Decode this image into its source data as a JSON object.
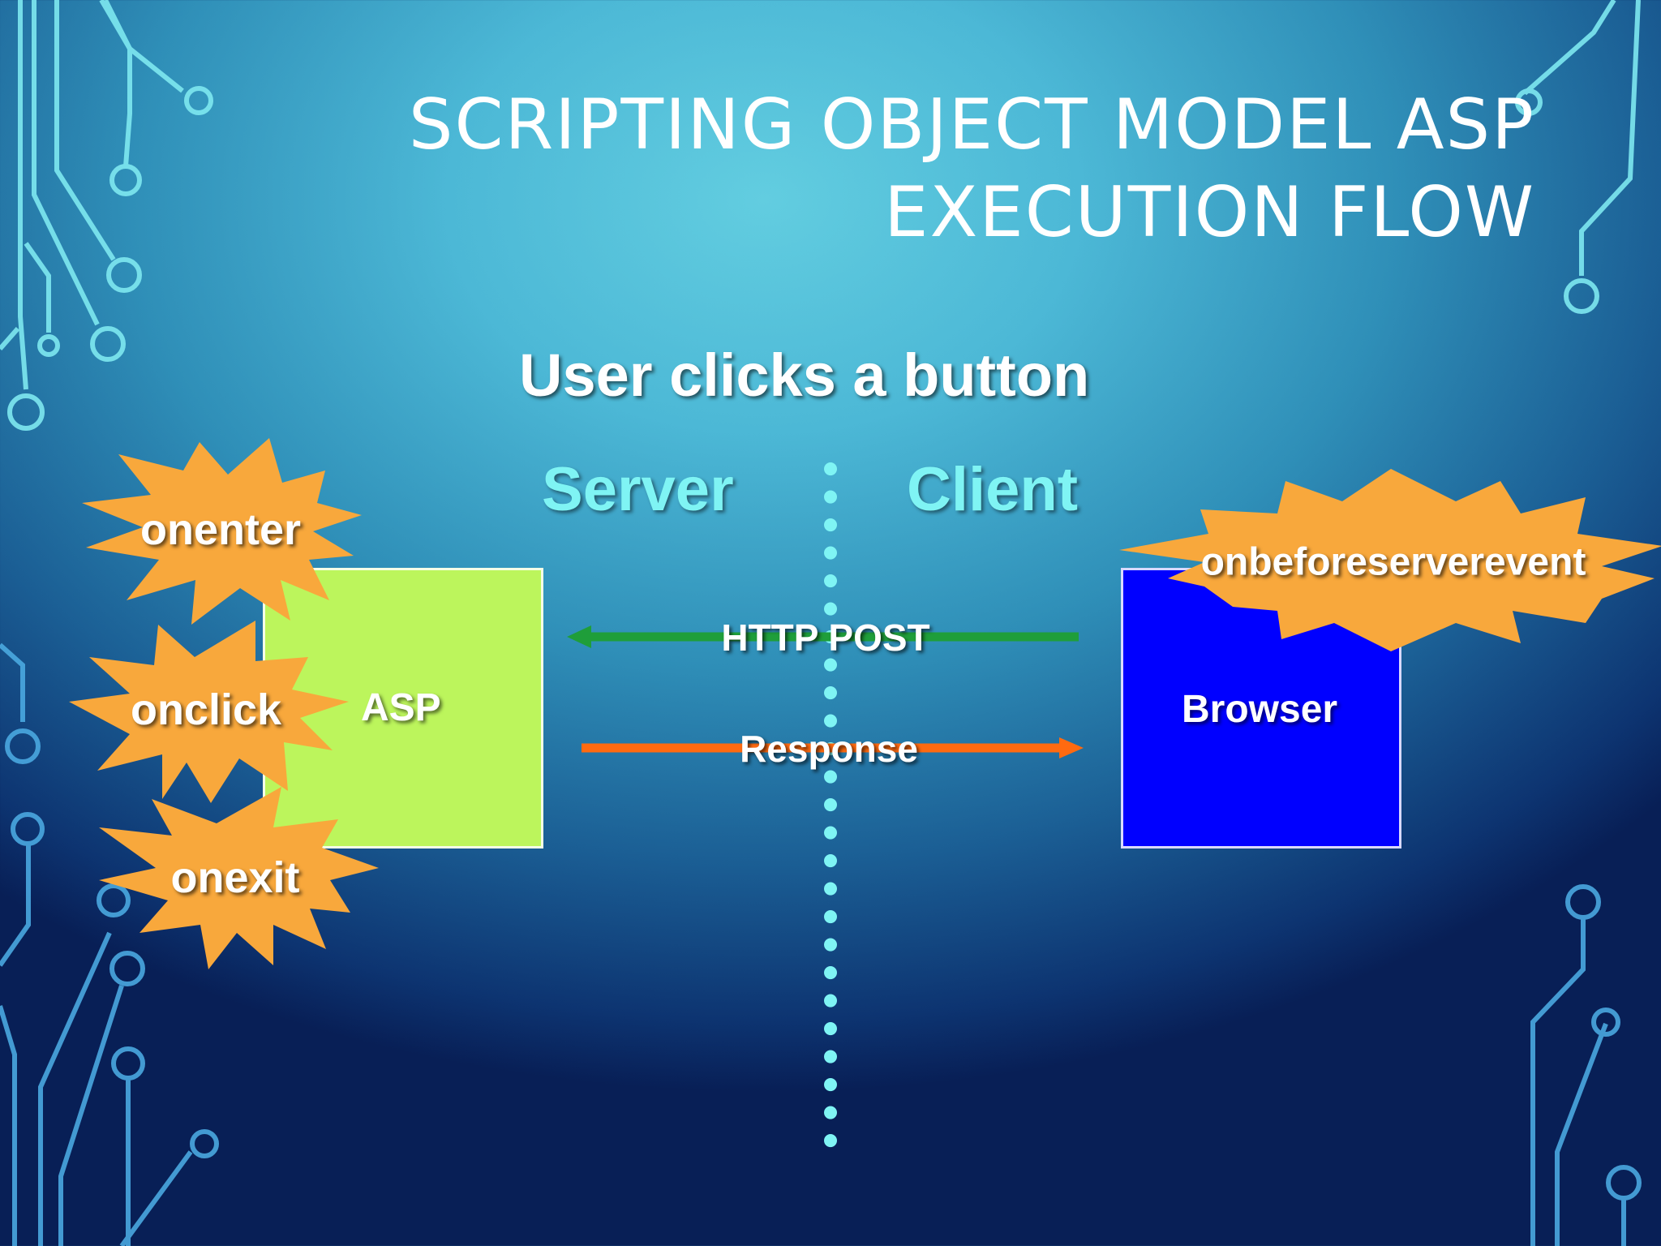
{
  "slide": {
    "title_line1": "SCRIPTING OBJECT MODEL ASP",
    "title_line2": "EXECUTION FLOW",
    "subtitle": "User clicks a button"
  },
  "diagram": {
    "server_label": "Server",
    "client_label": "Client",
    "server_box_label": "ASP",
    "client_box_label": "Browser",
    "server_events": [
      "onenter",
      "onclick",
      "onexit"
    ],
    "client_event": "onbeforeserverevent",
    "request_arrow_label": "HTTP POST",
    "response_arrow_label": "Response"
  },
  "colors": {
    "burst_fill": "#f8a83c",
    "server_box_fill": "#bcf55c",
    "client_box_fill": "#0000ff",
    "request_arrow": "#1f9e3a",
    "response_arrow": "#ff6a10",
    "divider_dots": "#7ff4f4",
    "side_label_text": "#7ff4f4",
    "circuit_light": "#7ee8f0",
    "circuit_dark": "#4aa8e0"
  }
}
